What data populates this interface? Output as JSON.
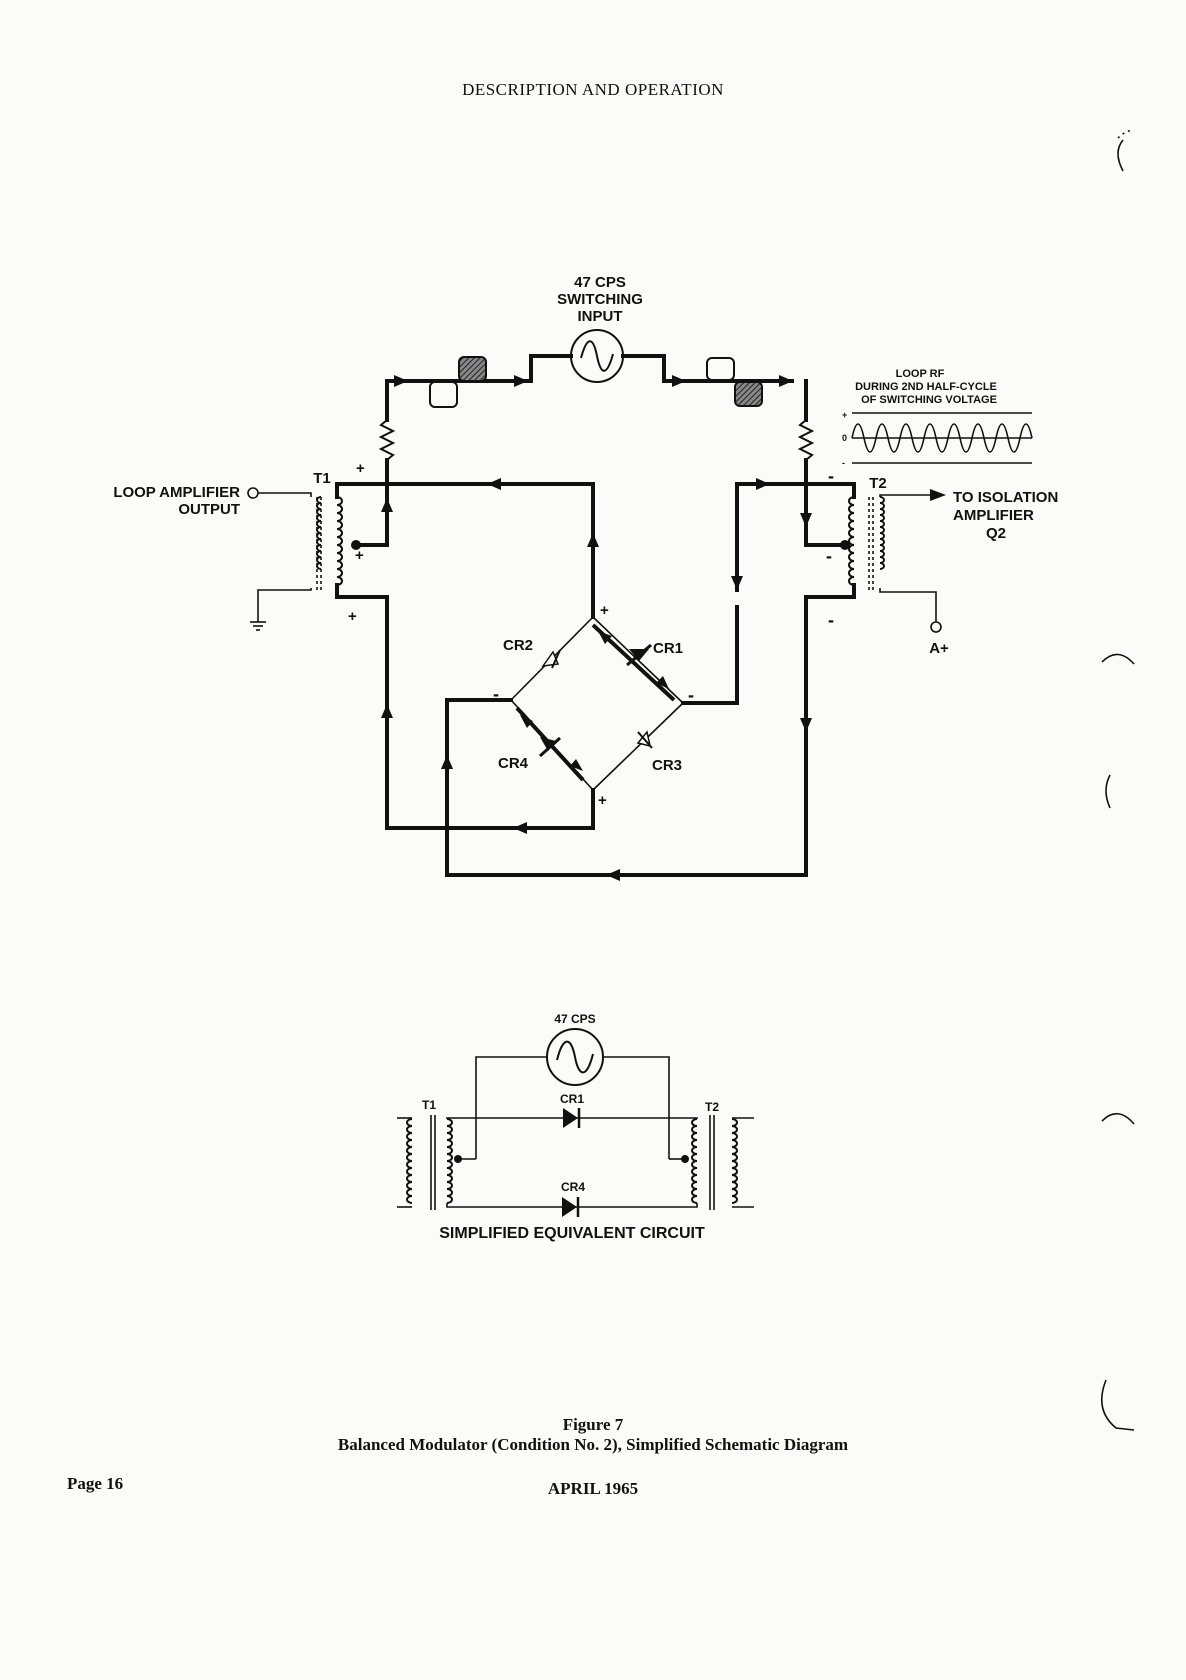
{
  "page": {
    "header": "DESCRIPTION AND OPERATION",
    "page_number": "Page 16",
    "date": "APRIL 1965"
  },
  "figure": {
    "number": "Figure 7",
    "title": "Balanced Modulator (Condition No. 2), Simplified Schematic Diagram"
  },
  "schematic": {
    "source_label": [
      "47 CPS",
      "SWITCHING",
      "INPUT"
    ],
    "waveform_label": [
      "LOOP RF",
      "DURING 2ND HALF-CYCLE",
      "OF SWITCHING VOLTAGE"
    ],
    "waveform_ticks": [
      "+",
      "0",
      "-"
    ],
    "input_label": [
      "LOOP AMPLIFIER",
      "OUTPUT"
    ],
    "output_label": [
      "TO ISOLATION",
      "AMPLIFIER",
      "Q2"
    ],
    "supply_label": "A+",
    "t1": "T1",
    "t2": "T2",
    "cr1": "CR1",
    "cr2": "CR2",
    "cr3": "CR3",
    "cr4": "CR4",
    "plus": "+",
    "minus": "-"
  },
  "equivalent": {
    "source_label": "47 CPS",
    "t1": "T1",
    "t2": "T2",
    "cr1": "CR1",
    "cr4": "CR4",
    "title": "SIMPLIFIED EQUIVALENT CIRCUIT"
  }
}
